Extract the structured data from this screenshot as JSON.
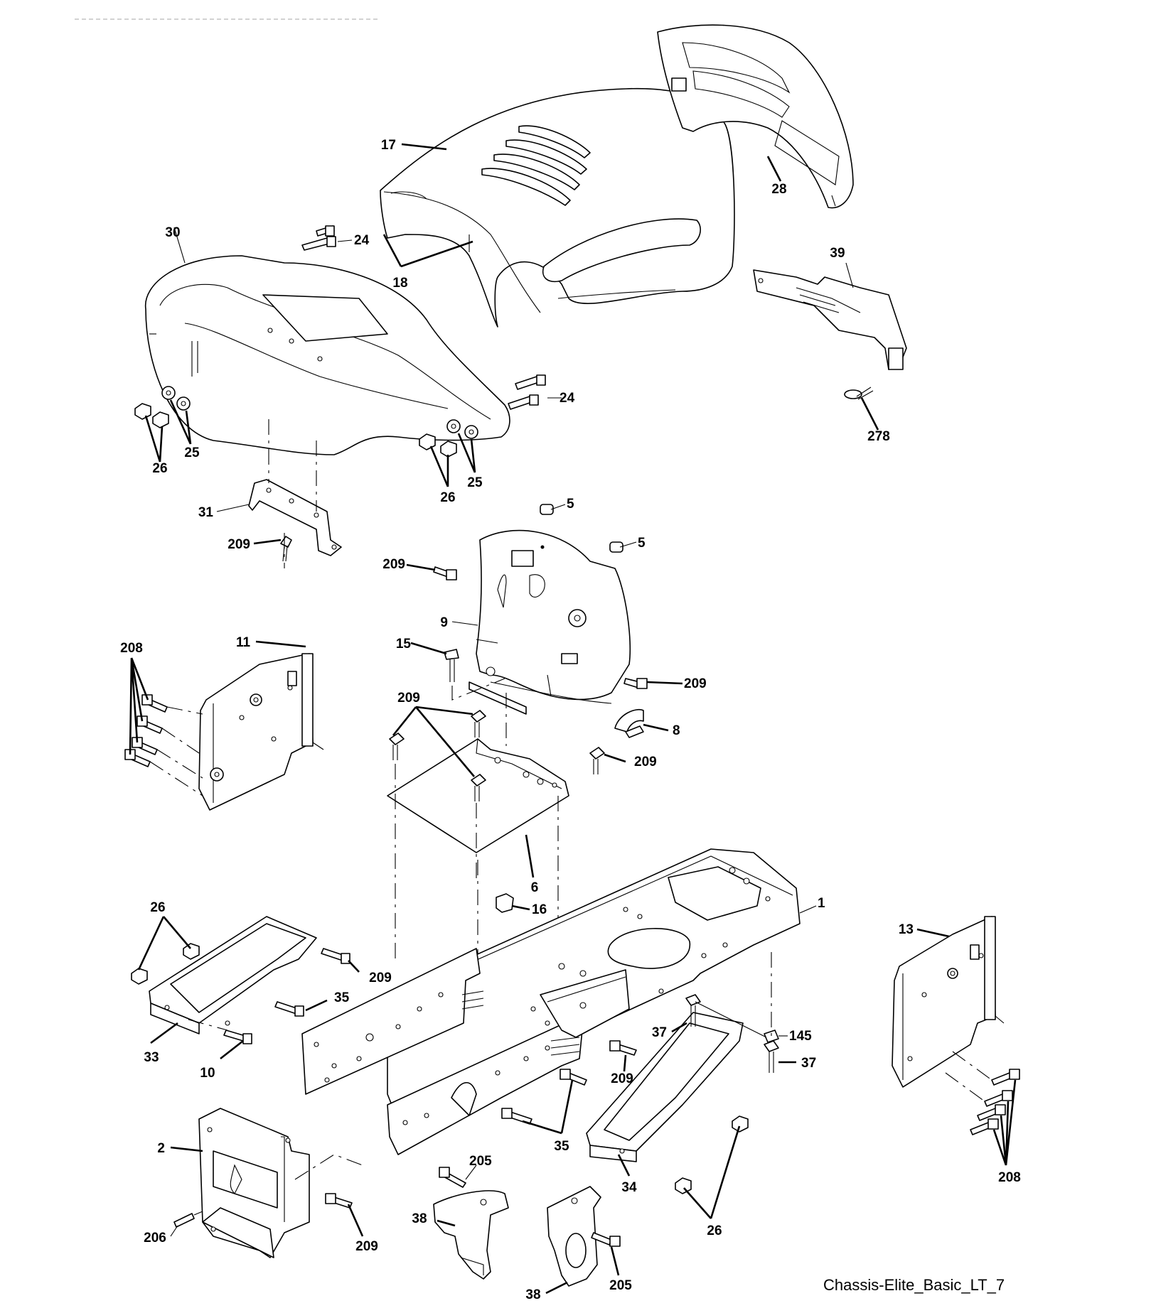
{
  "diagram_label": "Chassis-Elite_Basic_LT_7",
  "callouts": [
    {
      "id": "c17",
      "text": "17"
    },
    {
      "id": "c28",
      "text": "28"
    },
    {
      "id": "c30",
      "text": "30"
    },
    {
      "id": "c24a",
      "text": "24"
    },
    {
      "id": "c18",
      "text": "18"
    },
    {
      "id": "c39",
      "text": "39"
    },
    {
      "id": "c24b",
      "text": "24"
    },
    {
      "id": "c278",
      "text": "278"
    },
    {
      "id": "c26a",
      "text": "26"
    },
    {
      "id": "c25a",
      "text": "25"
    },
    {
      "id": "c26b",
      "text": "26"
    },
    {
      "id": "c25b",
      "text": "25"
    },
    {
      "id": "c31",
      "text": "31"
    },
    {
      "id": "c209a",
      "text": "209"
    },
    {
      "id": "c5a",
      "text": "5"
    },
    {
      "id": "c5b",
      "text": "5"
    },
    {
      "id": "c209b",
      "text": "209"
    },
    {
      "id": "c9",
      "text": "9"
    },
    {
      "id": "c15",
      "text": "15"
    },
    {
      "id": "c209c",
      "text": "209"
    },
    {
      "id": "c208a",
      "text": "208"
    },
    {
      "id": "c11",
      "text": "11"
    },
    {
      "id": "c209d",
      "text": "209"
    },
    {
      "id": "c8",
      "text": "8"
    },
    {
      "id": "c209e",
      "text": "209"
    },
    {
      "id": "c6",
      "text": "6"
    },
    {
      "id": "c16",
      "text": "16"
    },
    {
      "id": "c1",
      "text": "1"
    },
    {
      "id": "c13",
      "text": "13"
    },
    {
      "id": "c26c",
      "text": "26"
    },
    {
      "id": "c209f",
      "text": "209"
    },
    {
      "id": "c35a",
      "text": "35"
    },
    {
      "id": "c33",
      "text": "33"
    },
    {
      "id": "c10",
      "text": "10"
    },
    {
      "id": "c37a",
      "text": "37"
    },
    {
      "id": "c145",
      "text": "145"
    },
    {
      "id": "c37b",
      "text": "37"
    },
    {
      "id": "c209g",
      "text": "209"
    },
    {
      "id": "c35b",
      "text": "35"
    },
    {
      "id": "c34",
      "text": "34"
    },
    {
      "id": "c26d",
      "text": "26"
    },
    {
      "id": "c208b",
      "text": "208"
    },
    {
      "id": "c2",
      "text": "2"
    },
    {
      "id": "c205a",
      "text": "205"
    },
    {
      "id": "c38a",
      "text": "38"
    },
    {
      "id": "c206",
      "text": "206"
    },
    {
      "id": "c209h",
      "text": "209"
    },
    {
      "id": "c38b",
      "text": "38"
    },
    {
      "id": "c205b",
      "text": "205"
    }
  ]
}
